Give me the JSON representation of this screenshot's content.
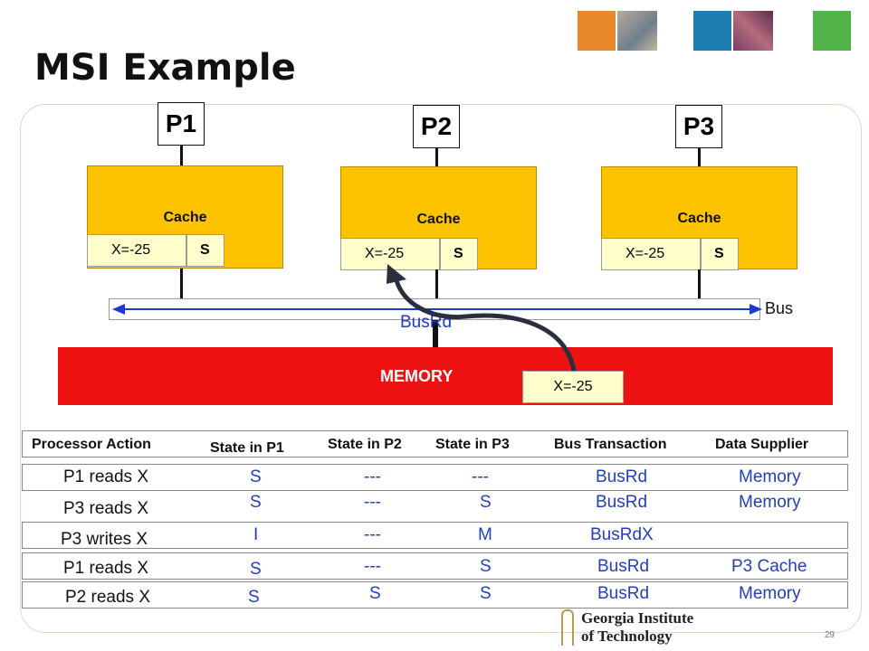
{
  "title": "MSI Example",
  "processors": [
    {
      "label": "P1",
      "cache_label": "Cache",
      "value": "X=-25",
      "state": "S"
    },
    {
      "label": "P2",
      "cache_label": "Cache",
      "value": "X=-25",
      "state": "S"
    },
    {
      "label": "P3",
      "cache_label": "Cache",
      "value": "X=-25",
      "state": "S"
    }
  ],
  "bus_label": "Bus",
  "busrd_label": "BusRd",
  "memory": {
    "label": "MEMORY",
    "value": "X=-25"
  },
  "table": {
    "headers": [
      "Processor Action",
      "State in P1",
      "State in P2",
      "State in P3",
      "Bus Transaction",
      "Data Supplier"
    ],
    "rows": [
      [
        "P1 reads X",
        "S",
        "---",
        "---",
        "BusRd",
        "Memory"
      ],
      [
        "P3 reads X",
        "S",
        "---",
        "S",
        "BusRd",
        "Memory"
      ],
      [
        "P3 writes X",
        "I",
        "---",
        "M",
        "BusRdX",
        ""
      ],
      [
        "P1 reads X",
        "S",
        "---",
        "S",
        "BusRd",
        "P3 Cache"
      ],
      [
        "P2 reads X",
        "S",
        "S",
        "S",
        "BusRd",
        "Memory"
      ]
    ]
  },
  "logo": {
    "line1": "Georgia Institute",
    "line2": "of Technology"
  },
  "page_number": "29",
  "colors": {
    "cache": "#fdc300",
    "memory": "#ee1111",
    "value_box": "#ffffcc",
    "table_text": "#1f3fbf",
    "arrow": "#2a2f3e",
    "bus_arrow": "#1a3ad0"
  }
}
